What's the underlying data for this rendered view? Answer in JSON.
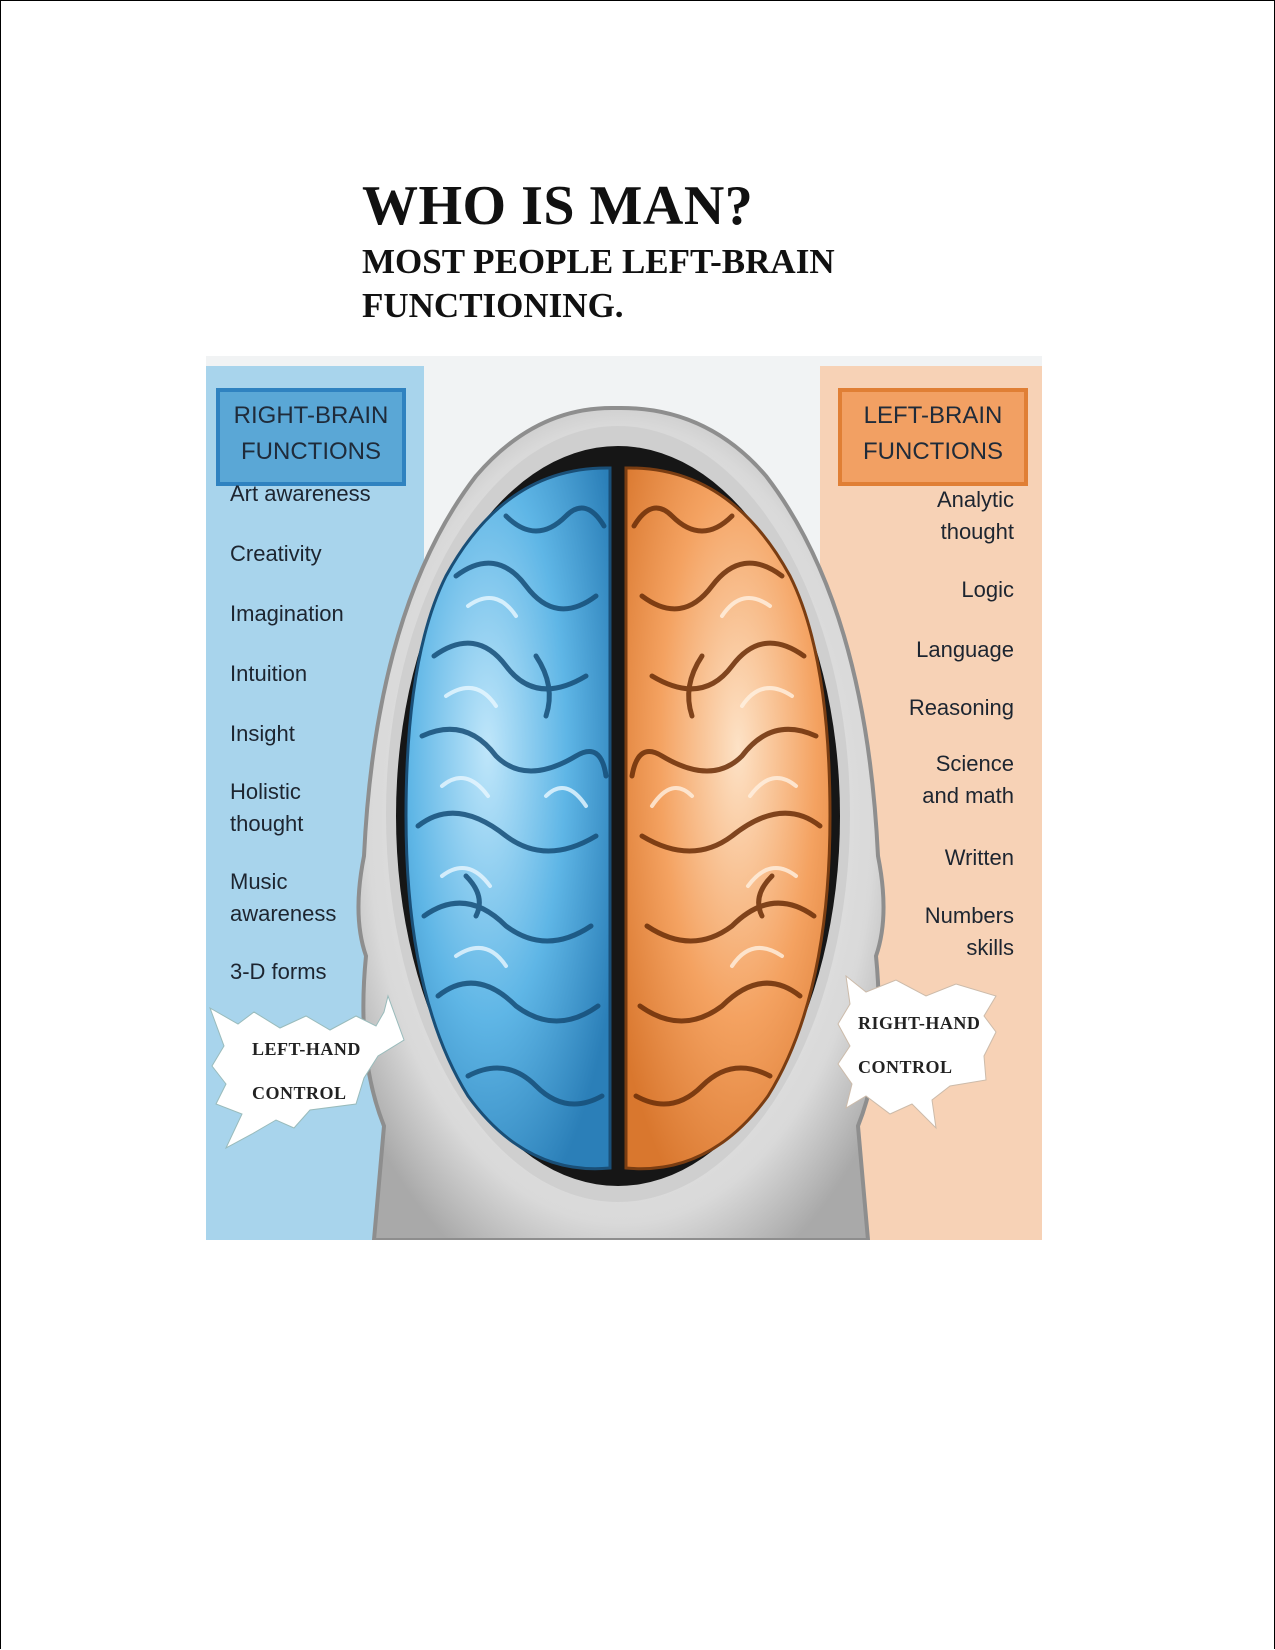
{
  "title": "WHO IS MAN?",
  "subtitle": "MOST PEOPLE LEFT-BRAIN FUNCTIONING.",
  "right_brain": {
    "header_line1": "RIGHT-BRAIN",
    "header_line2": "FUNCTIONS",
    "items": [
      {
        "l1": "Art awareness",
        "l2": ""
      },
      {
        "l1": "Creativity",
        "l2": ""
      },
      {
        "l1": "Imagination",
        "l2": ""
      },
      {
        "l1": "Intuition",
        "l2": ""
      },
      {
        "l1": "Insight",
        "l2": ""
      },
      {
        "l1": "Holistic",
        "l2": "thought"
      },
      {
        "l1": "Music",
        "l2": "awareness"
      },
      {
        "l1": "3-D forms",
        "l2": ""
      }
    ],
    "callout_line1": "LEFT-HAND",
    "callout_line2": "CONTROL",
    "color": "#5aa7d6"
  },
  "left_brain": {
    "header_line1": "LEFT-BRAIN",
    "header_line2": "FUNCTIONS",
    "items": [
      {
        "l1": "Analytic",
        "l2": "thought"
      },
      {
        "l1": "Logic",
        "l2": ""
      },
      {
        "l1": "Language",
        "l2": ""
      },
      {
        "l1": "Reasoning",
        "l2": ""
      },
      {
        "l1": "Science",
        "l2": "and math"
      },
      {
        "l1": "Written",
        "l2": ""
      },
      {
        "l1": "Numbers",
        "l2": "skills"
      }
    ],
    "callout_line1": "RIGHT-HAND",
    "callout_line2": "CONTROL",
    "color": "#f2a063"
  }
}
